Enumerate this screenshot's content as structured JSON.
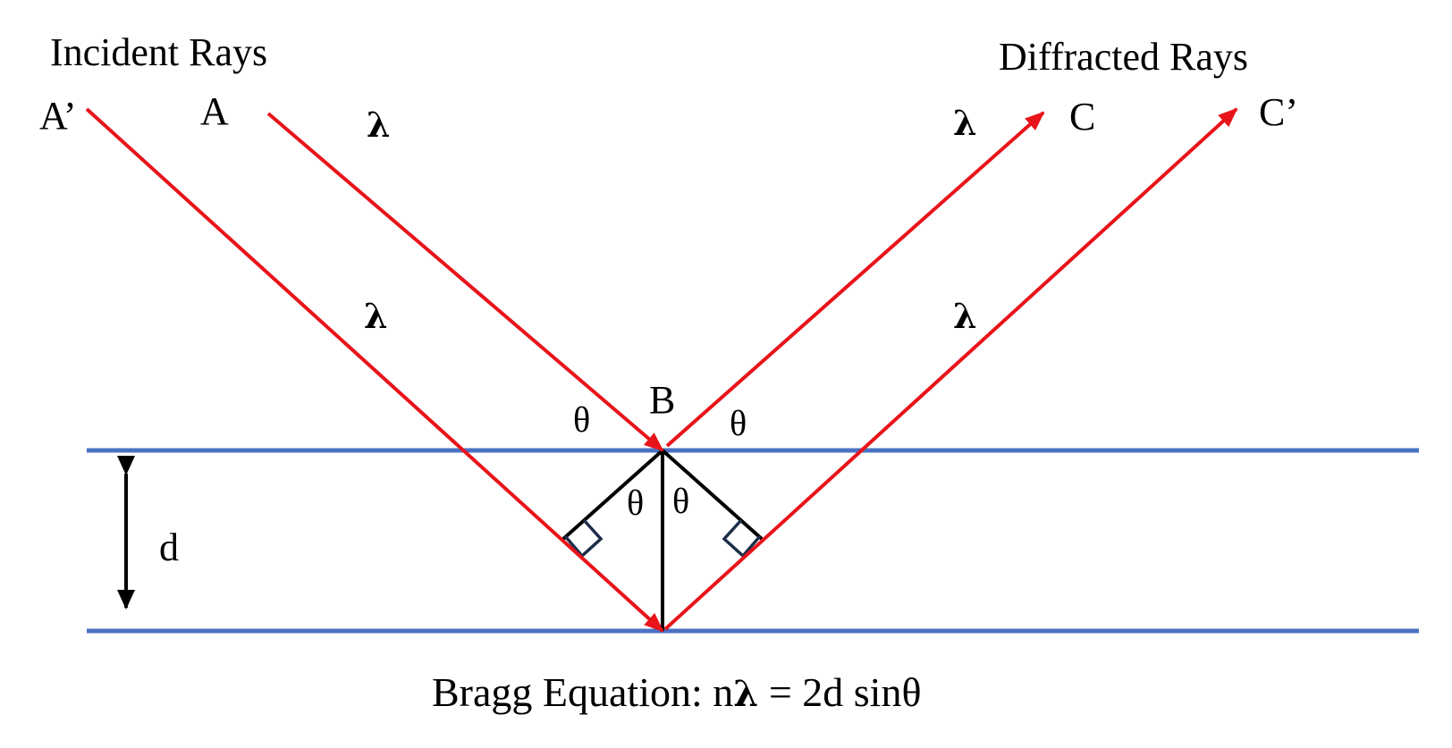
{
  "labels": {
    "incident_rays": "Incident Rays",
    "diffracted_rays": "Diffracted Rays",
    "a_prime": "A’",
    "a": "A",
    "b": "B",
    "c": "C",
    "c_prime": "C’",
    "lambda": "λ",
    "theta": "θ",
    "d": "d"
  },
  "equation": {
    "prefix": "Bragg Equation: n",
    "lambda": "λ",
    "suffix": " = 2d sinθ"
  },
  "colors": {
    "ray": "#e8141a",
    "plane": "#4a72c4",
    "construction": "#000000",
    "right_angle_marker": "#1e2d4a",
    "text": "#000000"
  }
}
